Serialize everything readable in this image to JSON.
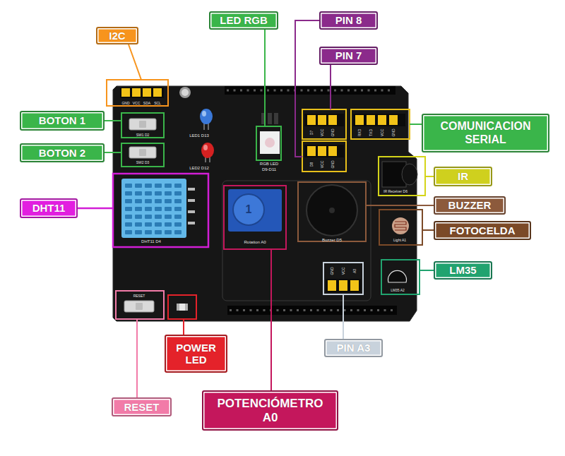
{
  "diagram": {
    "nodes": [
      {
        "text": [
          "LED RGB"
        ]
      },
      {
        "text": [
          "PIN 8"
        ]
      },
      {
        "text": [
          "I2C"
        ]
      },
      {
        "text": [
          "PIN 7"
        ]
      },
      {
        "text": [
          "BOTON 1"
        ]
      },
      {
        "text": [
          "COMUNICACION SERIAL"
        ]
      },
      {
        "text": [
          "BOTON 2"
        ]
      },
      {
        "text": [
          "IR"
        ]
      },
      {
        "text": [
          "BUZZER"
        ]
      },
      {
        "text": [
          "DHT11"
        ]
      },
      {
        "text": [
          "FOTOCELDA"
        ]
      },
      {
        "text": [
          "LM35"
        ]
      },
      {
        "text": [
          "POWER LED"
        ]
      },
      {
        "text": [
          "PIN A3"
        ]
      },
      {
        "text": [
          "POTENCIÓMETRO A0"
        ]
      },
      {
        "text": [
          "RESET"
        ]
      }
    ],
    "labels": [
      "GND",
      "VCC",
      "SDA",
      "SCL",
      "LED1 D13",
      "LED2 D12",
      "SW1 D2",
      "SW2 D3",
      "RGB LED",
      "D9-D11",
      "D7",
      "VCC",
      "GND",
      "D8",
      "VCC",
      "GND",
      "RXD",
      "TXD",
      "VCC",
      "GND",
      "IR Receiver D6",
      "DHT11 D4",
      "1",
      "Rotation A0",
      "Buzzer D5",
      "Light A1",
      "GND",
      "VCC",
      "A3",
      "LM35 A2",
      "RESET"
    ]
  }
}
